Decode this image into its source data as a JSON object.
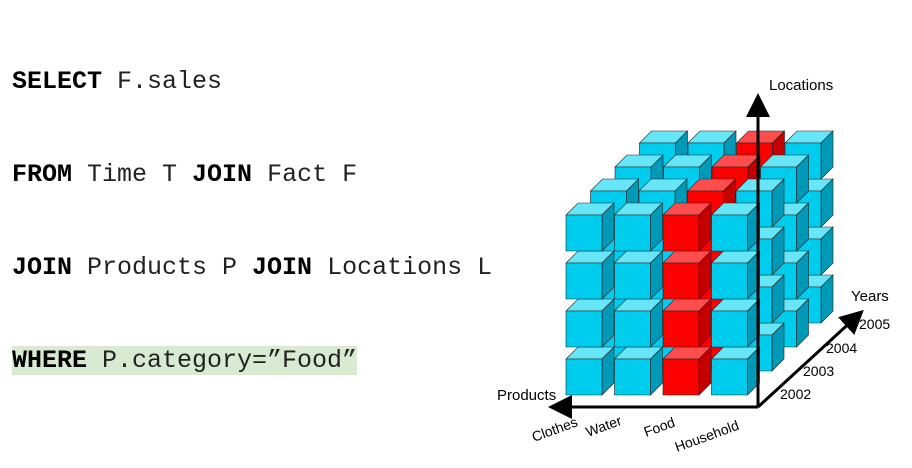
{
  "query": {
    "line1": {
      "kw": "SELECT",
      "rest": " F.sales"
    },
    "line2": {
      "kw1": "FROM",
      "mid": " Time T ",
      "kw2": "JOIN",
      "rest": " Fact F"
    },
    "line3": {
      "kw1": "JOIN",
      "mid": " Products P ",
      "kw2": "JOIN",
      "rest": " Locations L"
    },
    "line4": {
      "kw": "WHERE",
      "rest": " P.category=”Food”"
    }
  },
  "cube": {
    "axis_locations": "Locations",
    "axis_years": "Years",
    "axis_products": "Products",
    "products": [
      "Clothes",
      "Water",
      "Food",
      "Household"
    ],
    "years": [
      "2002",
      "2003",
      "2004",
      "2005"
    ],
    "selected_product": "Food",
    "colors": {
      "selected_front": "#ff0000",
      "selected_top": "#ff4d4d",
      "selected_side": "#c40000",
      "other_front": "#00ccee",
      "other_top": "#66e6f7",
      "other_side": "#0099b8",
      "highlight": "#d9ead3"
    }
  }
}
